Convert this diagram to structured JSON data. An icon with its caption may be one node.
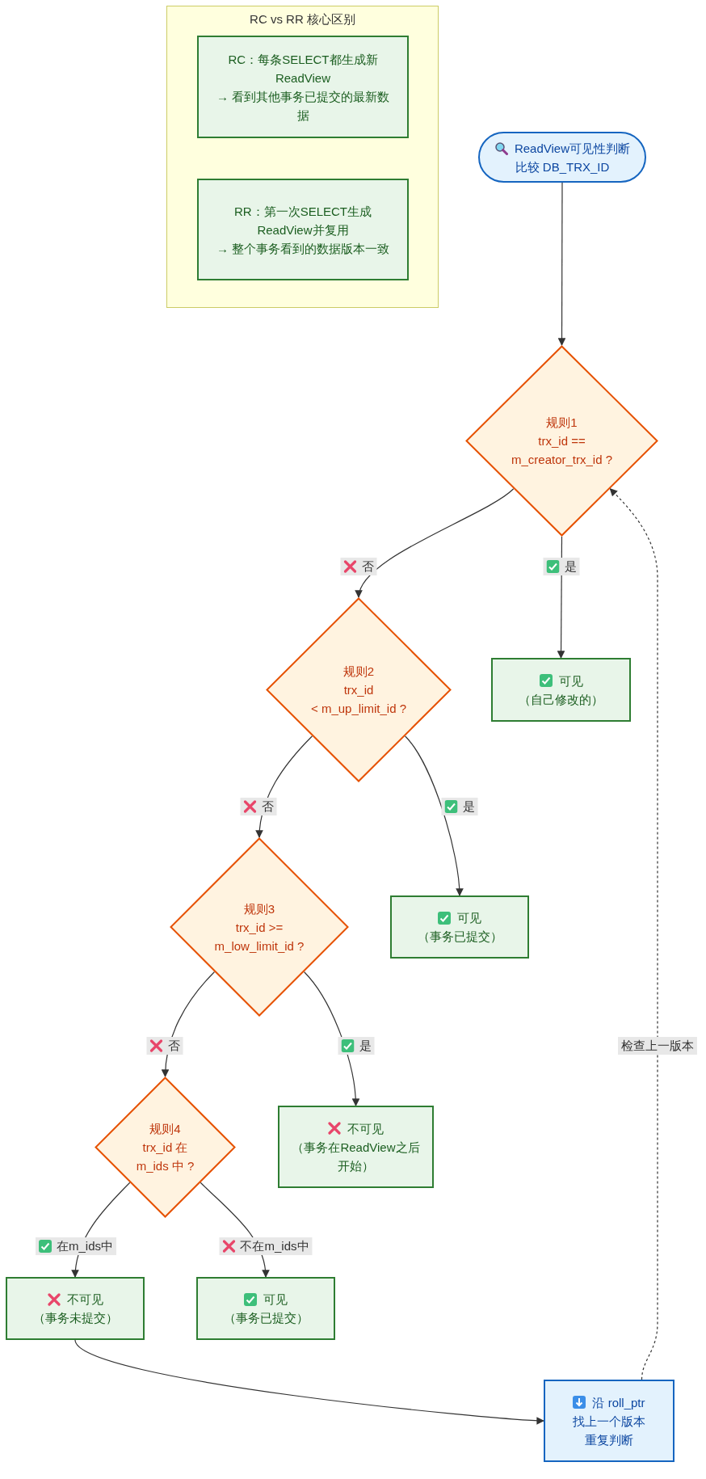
{
  "diagram": {
    "nodes": [
      {
        "text": [
          "RC vs RR 核心区别"
        ]
      },
      {
        "text": [
          "RC：每条SELECT都生成新ReadView",
          "→ 看到其他事务已提交的最新数据"
        ],
        "in": 0
      },
      {
        "text": [
          "RR：第一次SELECT生成ReadView并复用",
          "→ 整个事务看到的数据版本一致"
        ],
        "in": 0
      },
      {
        "text": [
          "ReadView可见性判断",
          "比较 DB_TRX_ID"
        ]
      },
      {
        "text": [
          "规则1",
          "trx_id ==",
          "m_creator_trx_id ?"
        ]
      },
      {
        "text": [
          "可见",
          "（自己修改的）"
        ]
      },
      {
        "text": [
          "规则2",
          "trx_id",
          "< m_up_limit_id ?"
        ]
      },
      {
        "text": [
          "可见",
          "（事务已提交）"
        ]
      },
      {
        "text": [
          "规则3",
          "trx_id >=",
          "m_low_limit_id ?"
        ]
      },
      {
        "text": [
          "不可见",
          "（事务在ReadView之后开始）"
        ]
      },
      {
        "text": [
          "规则4",
          "trx_id 在",
          "m_ids 中 ?"
        ]
      },
      {
        "text": [
          "不可见",
          "（事务未提交）"
        ]
      },
      {
        "text": [
          "可见",
          "（事务已提交）"
        ]
      },
      {
        "text": [
          "沿 roll_ptr",
          "找上一个版本",
          "重复判断"
        ]
      }
    ],
    "edges": [
      {
        "from": 3,
        "to": 4,
        "arrow": "to"
      },
      {
        "from": 4,
        "to": 6,
        "arrow": "to",
        "label": "否"
      },
      {
        "from": 4,
        "to": 5,
        "arrow": "to",
        "label": "是"
      },
      {
        "from": 6,
        "to": 8,
        "arrow": "to",
        "label": "否"
      },
      {
        "from": 6,
        "to": 7,
        "arrow": "to",
        "label": "是"
      },
      {
        "from": 8,
        "to": 10,
        "arrow": "to",
        "label": "否"
      },
      {
        "from": 8,
        "to": 9,
        "arrow": "to",
        "label": "是"
      },
      {
        "from": 10,
        "to": 11,
        "arrow": "to",
        "label": "在m_ids中"
      },
      {
        "from": 10,
        "to": 12,
        "arrow": "to",
        "label": "不在m_ids中"
      },
      {
        "from": 11,
        "to": 13,
        "arrow": "to"
      },
      {
        "from": 13,
        "to": 4,
        "arrow": "to",
        "label": "检查上一版本",
        "style": "dashed"
      }
    ]
  }
}
